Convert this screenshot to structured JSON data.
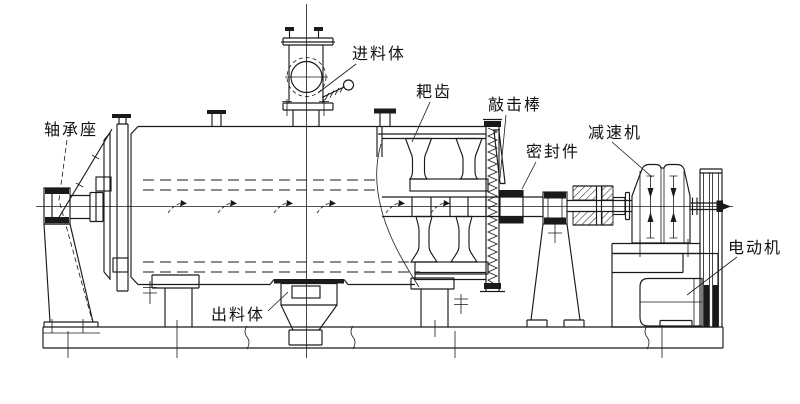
{
  "diagram": {
    "type": "engineering-line-drawing",
    "subject": "rake vacuum dryer side elevation",
    "colors": {
      "line": "#1a1a1a",
      "background": "#ffffff"
    },
    "labels": [
      {
        "id": "bearing-seat",
        "text": "轴承座"
      },
      {
        "id": "feed-body",
        "text": "进料体"
      },
      {
        "id": "rake-teeth",
        "text": "耙齿"
      },
      {
        "id": "knocking-rod",
        "text": "敲击棒"
      },
      {
        "id": "seal",
        "text": "密封件"
      },
      {
        "id": "reducer",
        "text": "减速机"
      },
      {
        "id": "motor",
        "text": "电动机"
      },
      {
        "id": "discharge-body",
        "text": "出料体"
      }
    ]
  }
}
